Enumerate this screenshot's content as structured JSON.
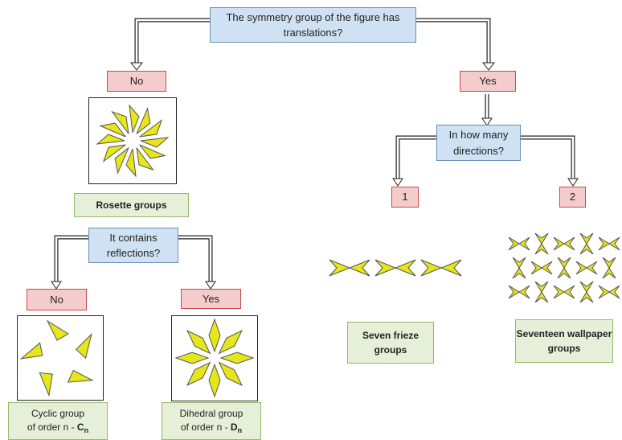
{
  "q1": "The symmetry group of the figure has translations?",
  "q2": "In how many directions?",
  "q3": "It contains reflections?",
  "no": "No",
  "yes": "Yes",
  "one": "1",
  "two": "2",
  "no2": "No",
  "yes2": "Yes",
  "rosette": "Rosette groups",
  "frieze": "Seven frieze groups",
  "wallpaper": "Seventeen wallpaper groups",
  "cyclic": {
    "line1": "Cyclic group",
    "line2": "of order n - ",
    "symbol": "C",
    "sub": "n"
  },
  "dihedral": {
    "line1": "Dihedral group",
    "line2": "of order n - ",
    "symbol": "D",
    "sub": "n"
  },
  "colors": {
    "question": "#cfe2f3",
    "answer": "#f4cccc",
    "result": "#e6efd7",
    "motif": "#e6e61a"
  }
}
